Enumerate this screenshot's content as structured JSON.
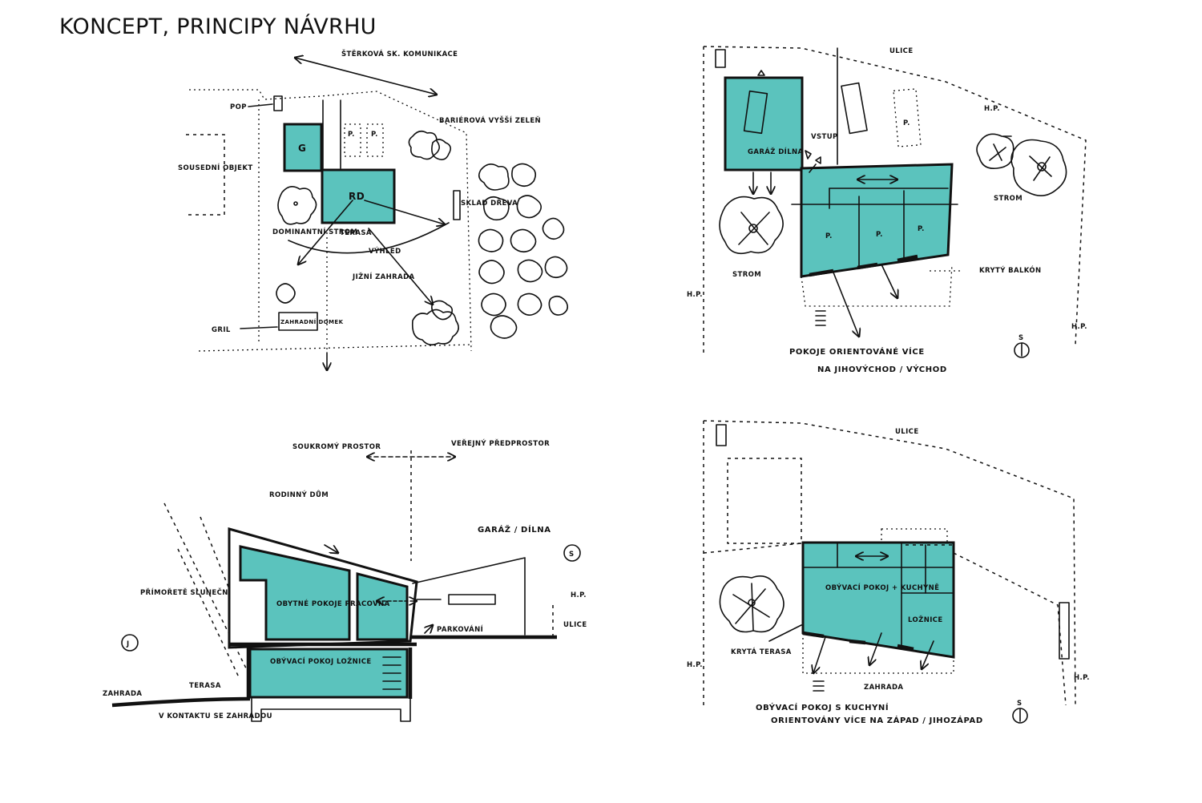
{
  "page": {
    "title": "KONCEPT, PRINCIPY NÁVRHU"
  },
  "colors": {
    "accent": "#5bc3bd",
    "ink": "#111111",
    "paper": "#ffffff"
  },
  "sketch1": {
    "labels": {
      "road": "ŠTĚRKOVÁ SK. KOMUNIKACE",
      "pop": "POP",
      "greenery": "BARIÉROVÁ VYŠŠÍ ZELEŇ",
      "neighbor": "SOUSEDNÍ OBJEKT",
      "garage": "G",
      "parking_a": "P.",
      "parking_b": "P.",
      "house": "RD",
      "wood": "SKLAD DŘEVA",
      "tree": "DOMINANTNÍ STROM",
      "terrace": "TERASA",
      "view": "VÝHLED",
      "garden": "JIŽNÍ ZAHRADA",
      "playhouse": "ZAHRADNÍ DOMEK",
      "grill": "GRIL"
    }
  },
  "sketch2": {
    "labels": {
      "street": "ULICE",
      "garage": "GARÁŽ DÍLNA",
      "entry": "VSTUP",
      "parking": "P.",
      "hp_top": "H.P.",
      "tree_right": "STROM",
      "room_1": "P.",
      "room_2": "P.",
      "room_3": "P.",
      "balcony": "KRYTÝ BALKÓN",
      "tree_left": "STROM",
      "hp_left": "H.P.",
      "hp_right": "H.P.",
      "north": "S",
      "note_1": "POKOJE ORIENTOVÁNÉ VÍCE",
      "note_2": "NA JIHOVÝCHOD / VÝCHOD"
    }
  },
  "sketch3": {
    "labels": {
      "private": "SOUKROMÝ PROSTOR",
      "public": "VEŘEJNÝ PŘEDPROSTOR",
      "family_house": "RODINNÝ DŮM",
      "garage": "GARÁŽ / DÍLNA",
      "north": "S",
      "sun": "PŘÍMOŘETĚ SLUNEČNÍ",
      "rooms": "OBYTNÉ POKOJE PRACOVNA",
      "hp": "H.P.",
      "street": "ULICE",
      "south": "J",
      "parking": "PARKOVÁNÍ",
      "living": "OBÝVACÍ POKOJ LOŽNICE",
      "terrace": "TERASA",
      "garden": "ZAHRADA",
      "contact": "V KONTAKTU SE ZAHRADOU"
    }
  },
  "sketch4": {
    "labels": {
      "street": "ULICE",
      "living": "OBÝVACÍ POKOJ + KUCHYNĚ",
      "bedroom": "LOŽNICE",
      "terrace": "KRYTÁ TERASA",
      "hp_left": "H.P.",
      "hp_right": "H.P.",
      "garden": "ZAHRADA",
      "north": "S",
      "note_1": "OBÝVACÍ POKOJ S KUCHYNÍ",
      "note_2": "ORIENTOVÁNY VÍCE NA ZÁPAD / JIHOZÁPAD"
    }
  }
}
